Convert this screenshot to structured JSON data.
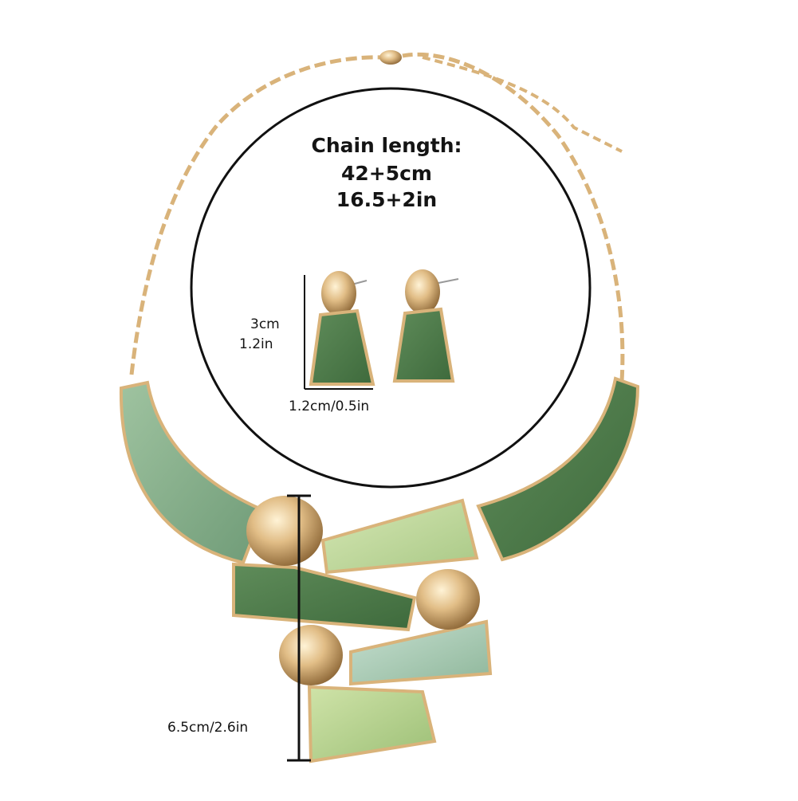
{
  "chain": {
    "title": "Chain length:",
    "cm": "42+5cm",
    "in": "16.5+2in"
  },
  "earring": {
    "height_cm": "3cm",
    "height_in": "1.2in",
    "width": "1.2cm/0.5in"
  },
  "pendant": {
    "length": "6.5cm/2.6in"
  },
  "colors": {
    "gold": "#d9b37a",
    "gold_dark": "#a07a44",
    "enamel_dark": "#4f7a4a",
    "enamel_mid": "#7fa77e",
    "enamel_light": "#bcd59c",
    "enamel_pale": "#a8c8b0"
  }
}
